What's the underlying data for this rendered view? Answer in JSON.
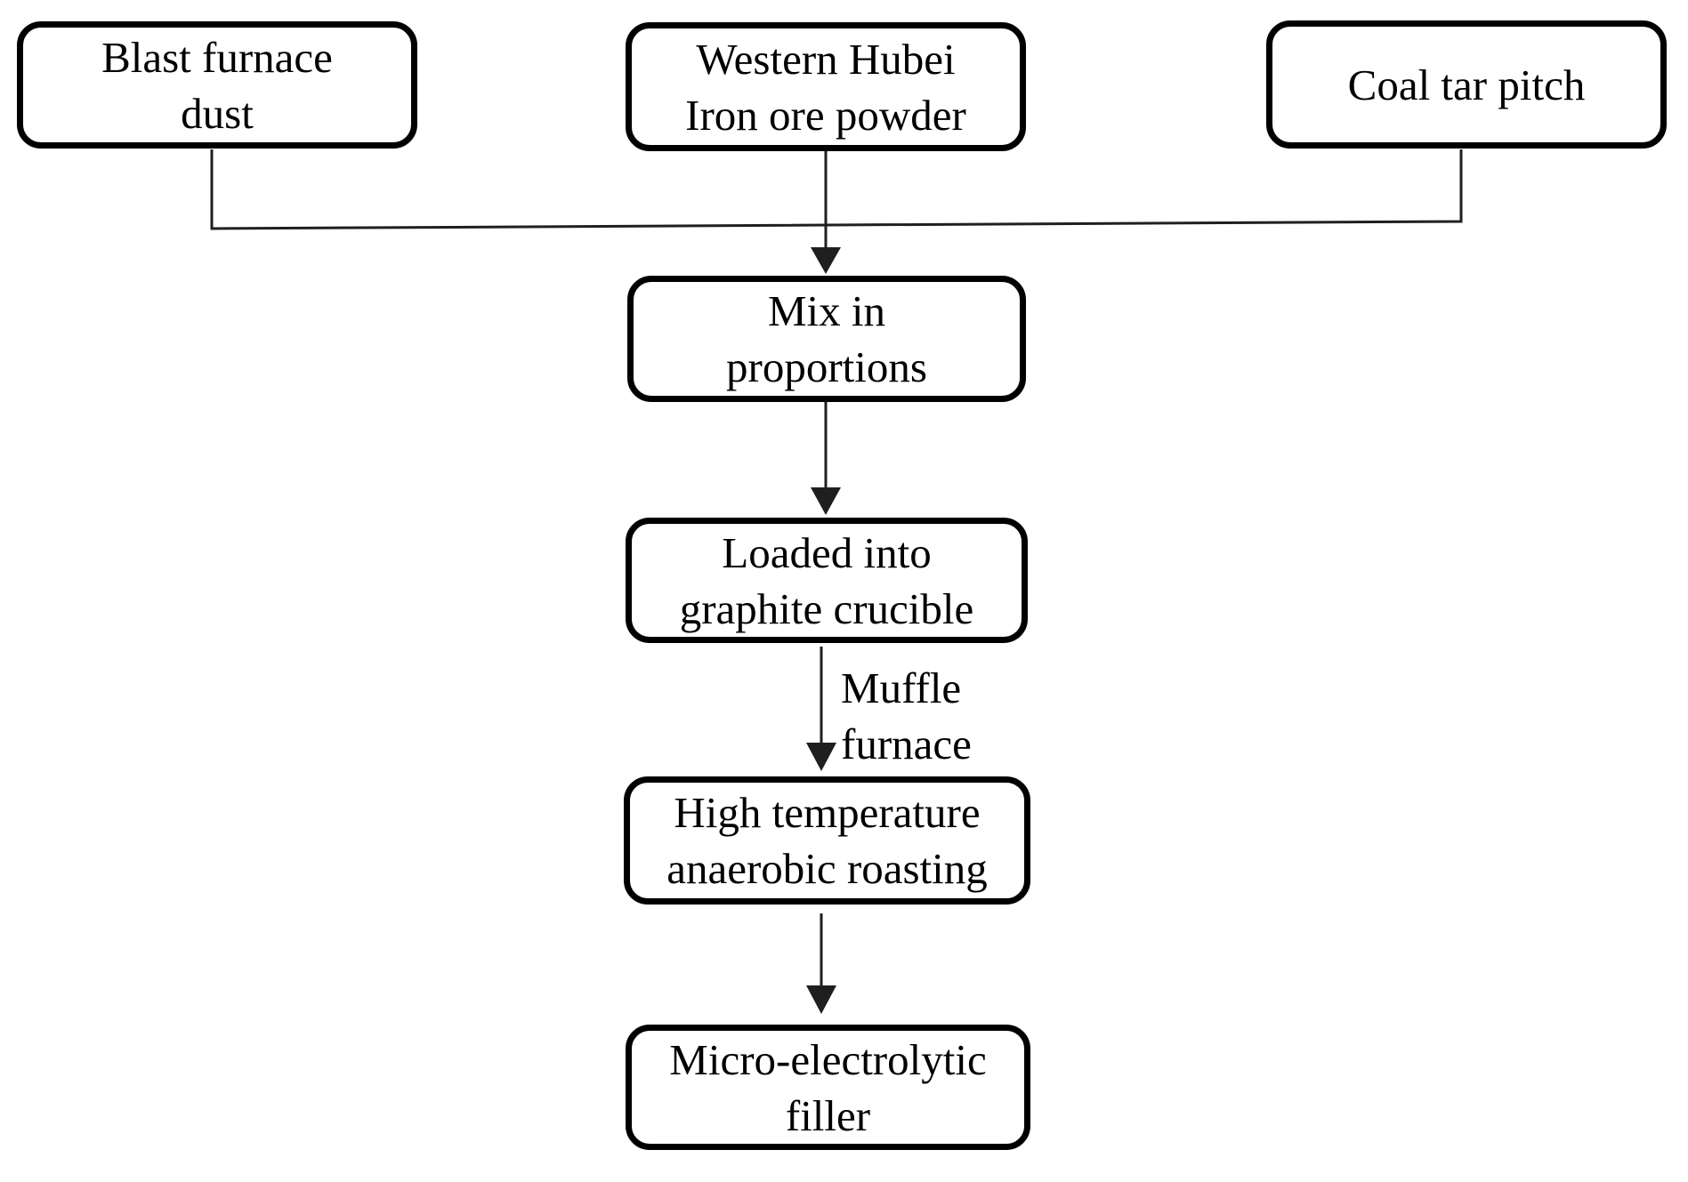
{
  "diagram": {
    "type": "flowchart",
    "background": "#ffffff",
    "colors": {
      "box_border": "#000000",
      "box_fill": "#ffffff",
      "connector": "#1f1f1f",
      "text": "#000000"
    },
    "nodes": {
      "blast_furnace_dust": "Blast furnace\ndust",
      "iron_ore_powder": "Western Hubei\nIron ore powder",
      "coal_tar_pitch": "Coal tar pitch",
      "mix_in_proportions": "Mix in\nproportions",
      "loaded_into_crucible": "Loaded into\ngraphite crucible",
      "anaerobic_roasting": "High temperature\nanaerobic roasting",
      "micro_electrolytic_filler": "Micro-electrolytic\nfiller"
    },
    "edge_labels": {
      "muffle_furnace": "Muffle\nfurnace"
    },
    "edges": [
      {
        "from": "blast_furnace_dust",
        "to": "mix_in_proportions",
        "label": ""
      },
      {
        "from": "iron_ore_powder",
        "to": "mix_in_proportions",
        "label": ""
      },
      {
        "from": "coal_tar_pitch",
        "to": "mix_in_proportions",
        "label": ""
      },
      {
        "from": "mix_in_proportions",
        "to": "loaded_into_crucible",
        "label": ""
      },
      {
        "from": "loaded_into_crucible",
        "to": "anaerobic_roasting",
        "label": "Muffle furnace"
      },
      {
        "from": "anaerobic_roasting",
        "to": "micro_electrolytic_filler",
        "label": ""
      }
    ]
  }
}
